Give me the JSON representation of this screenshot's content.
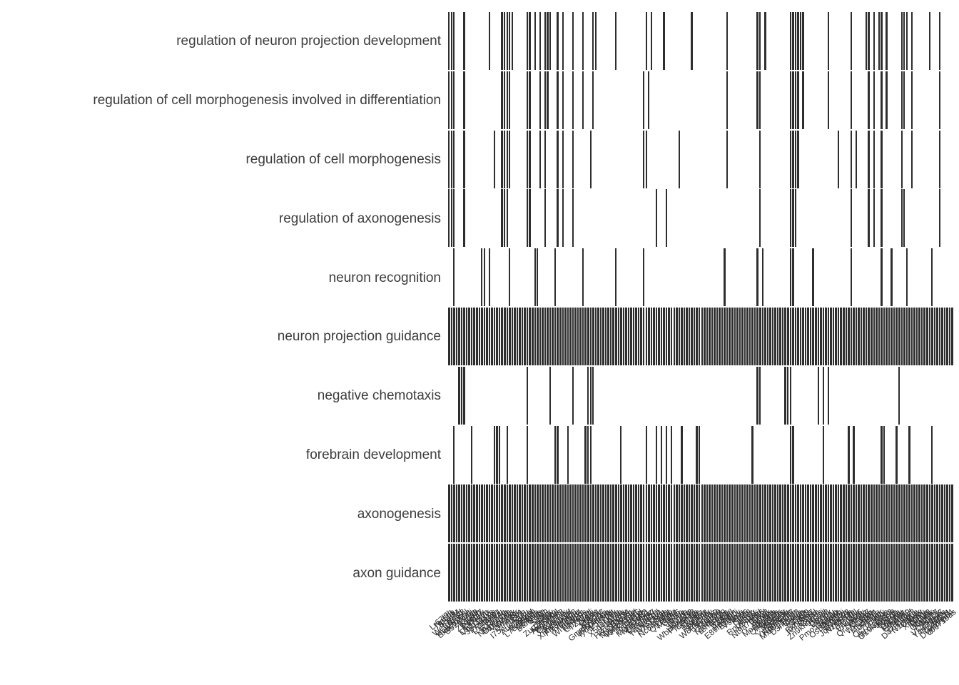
{
  "chart_data": {
    "type": "heatmap",
    "title": "",
    "xlabel": "",
    "ylabel": "",
    "description": "Binary gene-to-GO-category membership heatmap; dark vertical marks indicate a gene (column) belongs to the GO term (row).",
    "mark_color": "#2e2e2e",
    "label_color": "#3c3c3c",
    "columns": 200,
    "x_axis": {
      "tick_count": 200,
      "labels_legible": false,
      "note": "~200 rotated overlapping gene-symbol tick labels, unreadable at this resolution"
    },
    "rows": [
      {
        "label": "regulation of neuron projection development",
        "marks": [
          0,
          1,
          2,
          6,
          16,
          21,
          22,
          23,
          24,
          25,
          31,
          32,
          34,
          36,
          38,
          39,
          40,
          43,
          45,
          49,
          53,
          57,
          58,
          66,
          78,
          80,
          85,
          96,
          110,
          122,
          123,
          125,
          135,
          136,
          137,
          138,
          139,
          140,
          150,
          159,
          165,
          166,
          168,
          170,
          171,
          173,
          179,
          180,
          181,
          183,
          190,
          194
        ]
      },
      {
        "label": "regulation of cell morphogenesis involved in differentiation",
        "marks": [
          0,
          1,
          2,
          6,
          21,
          22,
          23,
          24,
          31,
          32,
          36,
          38,
          39,
          43,
          45,
          49,
          53,
          57,
          77,
          79,
          110,
          122,
          123,
          135,
          136,
          137,
          138,
          140,
          150,
          159,
          166,
          168,
          171,
          173,
          179,
          180,
          183,
          194
        ]
      },
      {
        "label": "regulation of cell morphogenesis",
        "marks": [
          0,
          1,
          2,
          6,
          18,
          21,
          22,
          23,
          24,
          31,
          32,
          36,
          38,
          43,
          45,
          49,
          56,
          77,
          78,
          91,
          110,
          123,
          135,
          136,
          137,
          138,
          154,
          159,
          161,
          166,
          168,
          171,
          179,
          183,
          194
        ]
      },
      {
        "label": "regulation of axonogenesis",
        "marks": [
          0,
          1,
          2,
          6,
          21,
          22,
          23,
          31,
          32,
          38,
          43,
          45,
          49,
          82,
          86,
          123,
          135,
          136,
          137,
          159,
          166,
          168,
          171,
          179,
          180,
          194
        ]
      },
      {
        "label": "neuron recognition",
        "marks": [
          2,
          13,
          14,
          16,
          24,
          34,
          35,
          42,
          53,
          66,
          77,
          109,
          122,
          124,
          135,
          136,
          144,
          159,
          171,
          175,
          181,
          191
        ]
      },
      {
        "label": "neuron projection guidance",
        "marks": "all"
      },
      {
        "label": "negative chemotaxis",
        "marks": [
          4,
          5,
          6,
          31,
          40,
          49,
          55,
          56,
          57,
          122,
          123,
          133,
          134,
          135,
          146,
          148,
          150,
          178
        ]
      },
      {
        "label": "forebrain development",
        "marks": [
          2,
          9,
          18,
          19,
          20,
          23,
          31,
          42,
          43,
          47,
          54,
          55,
          56,
          68,
          78,
          82,
          84,
          86,
          88,
          92,
          98,
          99,
          120,
          135,
          136,
          148,
          158,
          160,
          171,
          172,
          177,
          182,
          191
        ]
      },
      {
        "label": "axonogenesis",
        "marks": "all"
      },
      {
        "label": "axon guidance",
        "marks": "all"
      }
    ]
  }
}
